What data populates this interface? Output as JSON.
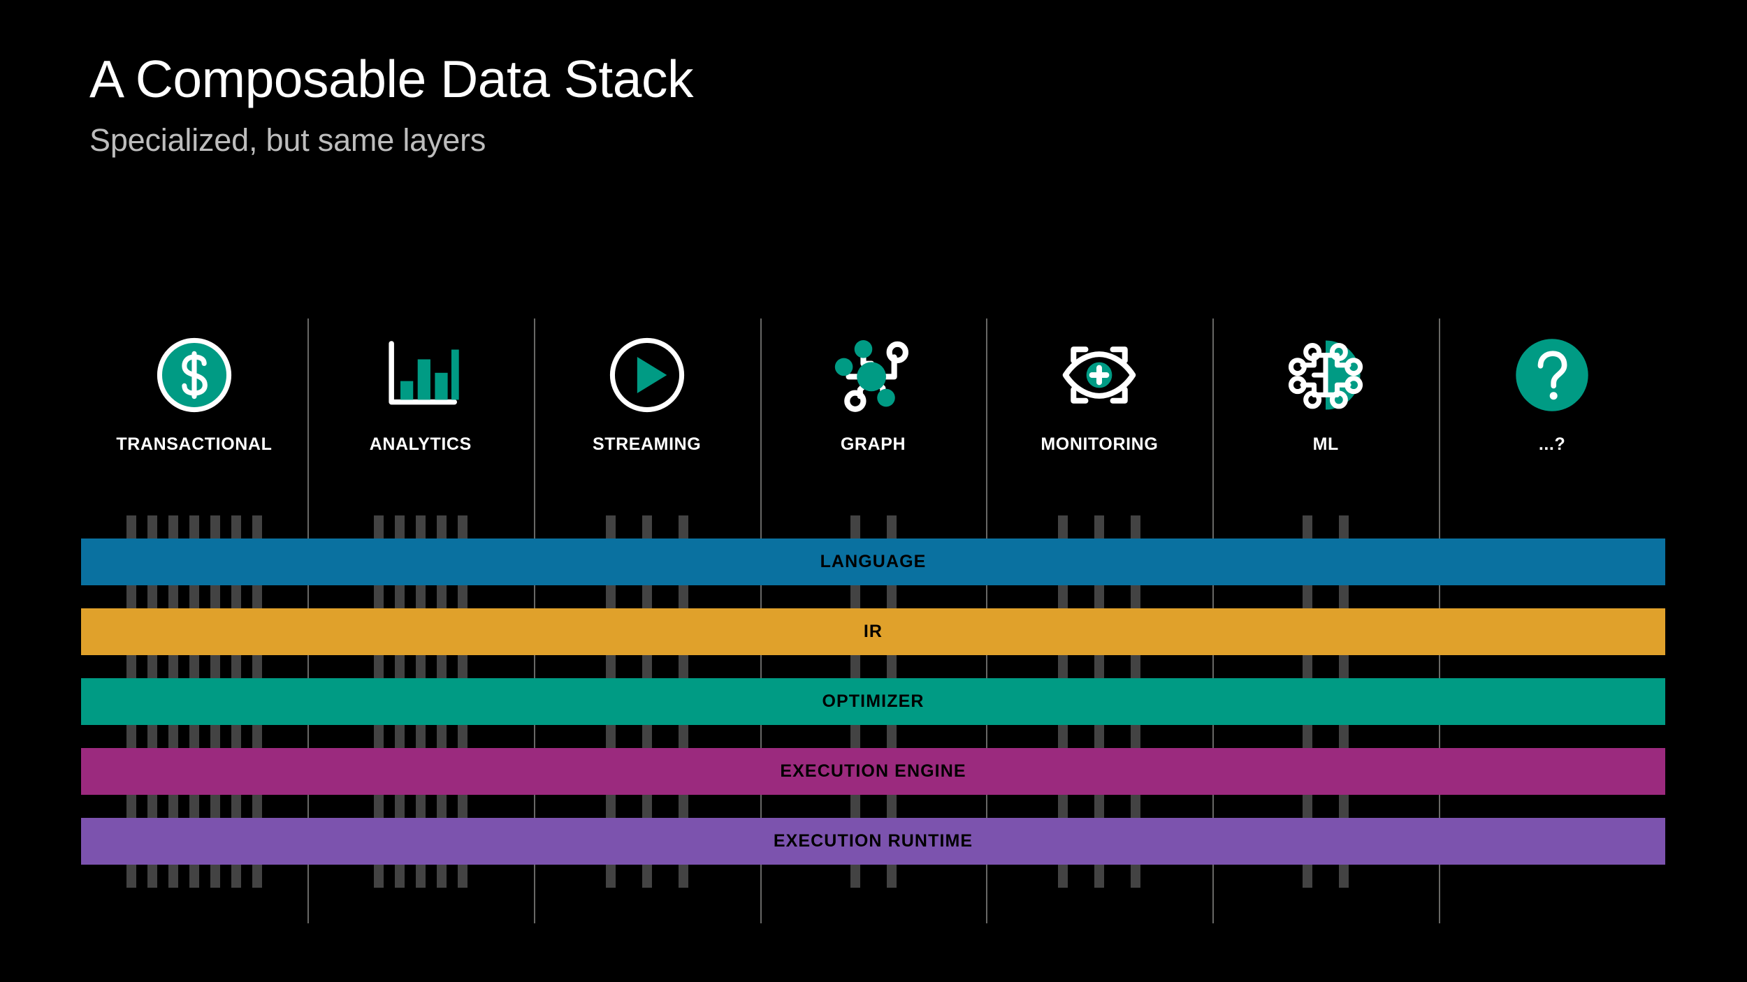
{
  "header": {
    "title": "A Composable Data Stack",
    "subtitle": "Specialized, but same layers"
  },
  "colors": {
    "background": "#000000",
    "teal": "#009b84",
    "white": "#ffffff",
    "divider": "#7a7a78",
    "pin": "#434343",
    "title": "#ffffff",
    "subtitle": "#bdbdbd",
    "language": "#0a71a0",
    "ir": "#e0a12b",
    "optimizer": "#009b84",
    "execution_engine": "#9b2a7e",
    "execution_runtime": "#7c53ae"
  },
  "columns": [
    {
      "label": "TRANSACTIONAL",
      "icon": "dollar-circle-icon",
      "pins": 7
    },
    {
      "label": "ANALYTICS",
      "icon": "bar-chart-icon",
      "pins": 5
    },
    {
      "label": "STREAMING",
      "icon": "play-circle-icon",
      "pins": 3
    },
    {
      "label": "GRAPH",
      "icon": "node-graph-icon",
      "pins": 2
    },
    {
      "label": "MONITORING",
      "icon": "eye-scan-icon",
      "pins": 3
    },
    {
      "label": "ML",
      "icon": "neural-brain-icon",
      "pins": 2
    },
    {
      "label": "...?",
      "icon": "question-circle-icon",
      "pins": 0
    }
  ],
  "layers": [
    {
      "label": "LANGUAGE",
      "color": "#0a71a0"
    },
    {
      "label": "IR",
      "color": "#e0a12b"
    },
    {
      "label": "OPTIMIZER",
      "color": "#009b84"
    },
    {
      "label": "EXECUTION ENGINE",
      "color": "#9b2a7e"
    },
    {
      "label": "EXECUTION RUNTIME",
      "color": "#7c53ae"
    }
  ],
  "chart_data": {
    "type": "table",
    "title": "A Composable Data Stack",
    "subtitle": "Specialized, but same layers",
    "categories": [
      "TRANSACTIONAL",
      "ANALYTICS",
      "STREAMING",
      "GRAPH",
      "MONITORING",
      "ML",
      "...?"
    ],
    "layers": [
      "LANGUAGE",
      "IR",
      "OPTIMIZER",
      "EXECUTION ENGINE",
      "EXECUTION RUNTIME"
    ],
    "connector_counts": [
      7,
      5,
      3,
      2,
      3,
      2,
      0
    ],
    "layer_colors": [
      "#0a71a0",
      "#e0a12b",
      "#009b84",
      "#9b2a7e",
      "#7c53ae"
    ]
  }
}
